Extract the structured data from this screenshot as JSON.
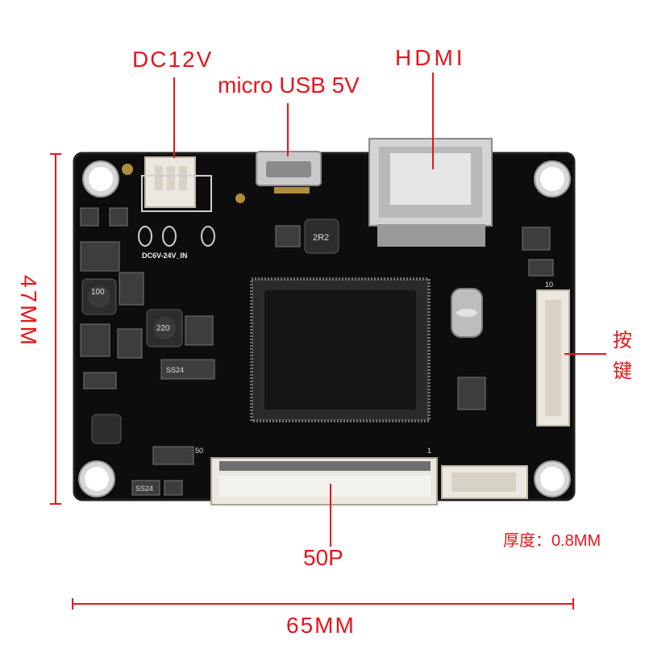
{
  "labels": {
    "dc": "DC12V",
    "usb": "micro USB 5V",
    "hdmi": "HDMI",
    "keys": [
      "按",
      "键"
    ],
    "connector_50p": "50P",
    "height": "47MM",
    "width": "65MM",
    "thickness": "厚度：0.8MM"
  },
  "silkscreen": {
    "power_input": "DC6V-24V_IN",
    "inductor_100": "100",
    "inductor_220": "220",
    "inductor_r2": "2R2",
    "diode_ss24_a": "SS24",
    "diode_ss24_b": "SS24",
    "pin_1": "1",
    "pin_50": "50",
    "pin_10": "10"
  },
  "colors": {
    "annotation": "#e8141b",
    "board": "#0d0d0d",
    "connector": "#e9e6df"
  }
}
